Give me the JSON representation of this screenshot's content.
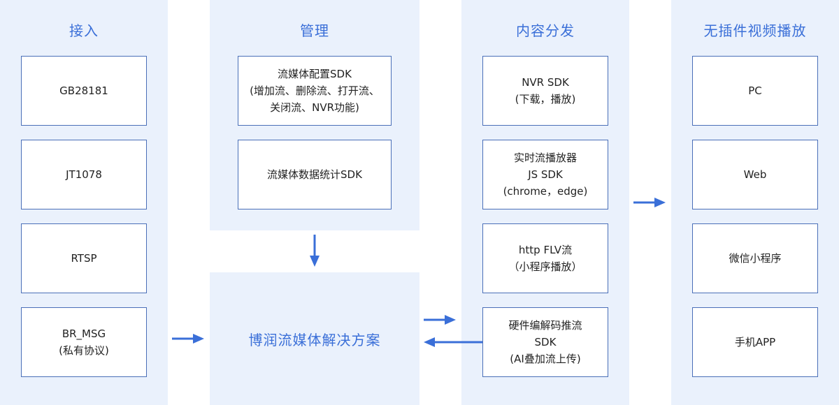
{
  "columns": {
    "access": {
      "title": "接入",
      "items": [
        {
          "line1": "GB28181",
          "line2": ""
        },
        {
          "line1": "JT1078",
          "line2": ""
        },
        {
          "line1": "RTSP",
          "line2": ""
        },
        {
          "line1": "BR_MSG",
          "line2": "(私有协议)"
        }
      ]
    },
    "management": {
      "title": "管理",
      "items": [
        {
          "line1": "流媒体配置SDK",
          "line2": "(增加流、删除流、打开流、",
          "line3": "关闭流、NVR功能)"
        },
        {
          "line1": "流媒体数据统计SDK"
        }
      ]
    },
    "core": {
      "label": "博润流媒体解决方案"
    },
    "distribution": {
      "title": "内容分发",
      "items": [
        {
          "line1": "NVR SDK",
          "line2": "(下载，播放)"
        },
        {
          "line1": "实时流播放器",
          "line2": "JS SDK",
          "line3": "(chrome，edge)"
        },
        {
          "line1": "http FLV流",
          "line2": "（小程序播放）"
        },
        {
          "line1": "硬件编解码推流",
          "line2": "SDK",
          "line3": "(AI叠加流上传)"
        }
      ]
    },
    "playback": {
      "title": "无插件视频播放",
      "items": [
        {
          "line1": "PC"
        },
        {
          "line1": "Web"
        },
        {
          "line1": "微信小程序"
        },
        {
          "line1": "手机APP"
        }
      ]
    }
  },
  "colors": {
    "panel": "#eaf1fc",
    "accent": "#3a6fd8",
    "box_border": "#4a6fb8"
  },
  "icons": [
    "arrow-right-icon",
    "arrow-down-icon",
    "arrow-left-icon"
  ]
}
